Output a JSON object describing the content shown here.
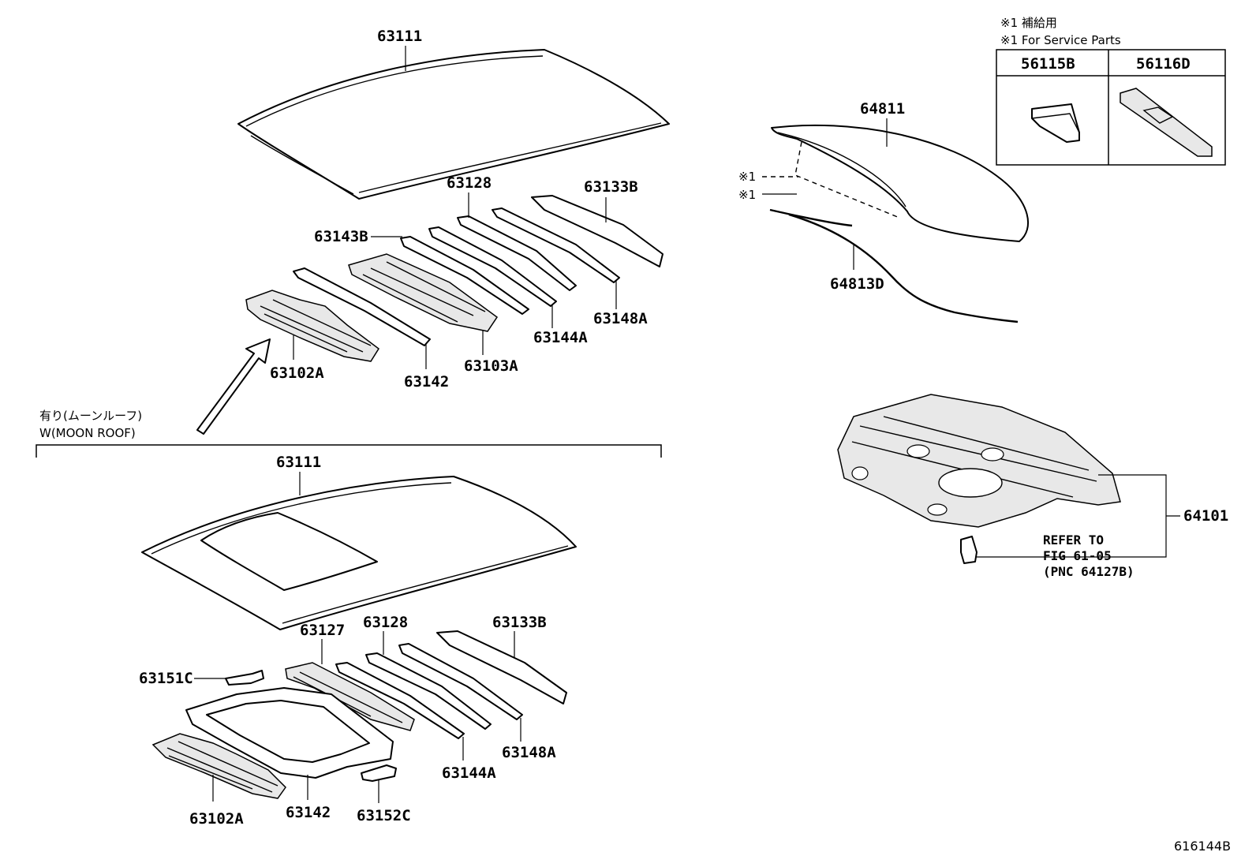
{
  "diagram_code": "616144B",
  "service_note": {
    "line_jp": "※1 補給用",
    "line_en": "※1 For Service Parts",
    "col_a": "56115B",
    "col_b": "56116D"
  },
  "moon_roof_note": {
    "jp": "有り(ムーンルーフ)",
    "en": "W(MOON ROOF)"
  },
  "top_labels": {
    "roof_panel": "63111",
    "bow_63128": "63128",
    "bow_63133b": "63133B",
    "bow_63143b": "63143B",
    "reinf_63102a": "63102A",
    "bow_63142": "63142",
    "panel_63103a": "63103A",
    "bow_63144a": "63144A",
    "bow_63148a": "63148A"
  },
  "bottom_labels": {
    "roof_panel": "63111",
    "bow_63127": "63127",
    "bow_63128": "63128",
    "bow_63133b": "63133B",
    "bracket_63151c": "63151C",
    "reinf_63102a": "63102A",
    "frame_63142": "63142",
    "bracket_63152c": "63152C",
    "bow_63144a": "63144A",
    "bow_63148a": "63148A"
  },
  "right_labels": {
    "back_glass": "64811",
    "mark_1": "※1",
    "mark_2": "※1",
    "weatherstrip": "64813D",
    "package_tray": "64101",
    "refer_1": "REFER TO",
    "refer_2": "FIG 61-05",
    "refer_3": "(PNC 64127B)"
  }
}
